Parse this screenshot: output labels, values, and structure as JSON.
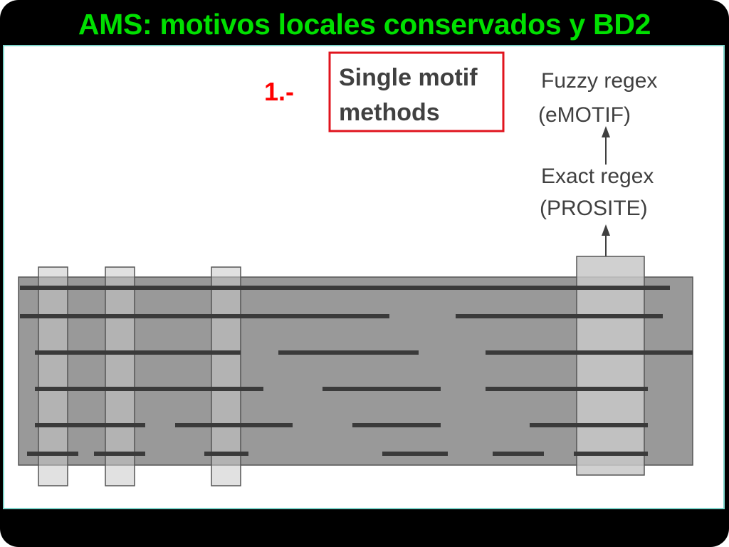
{
  "slide": {
    "title": "AMS: motivos locales conservados y BD2"
  },
  "diagram": {
    "step_number": "1.-",
    "boxed_label": [
      "Single motif",
      "methods"
    ],
    "fuzzy_label": [
      "Fuzzy regex",
      "(eMOTIF)"
    ],
    "exact_label": [
      "Exact regex",
      "(PROSITE)"
    ],
    "colors": {
      "title": "#00e000",
      "step": "#ff0000",
      "box_border": "#e0141e",
      "alignment_block": "#999999",
      "motif_column": "#c8c8c8",
      "sequence_line": "#3a3a3a",
      "text": "#404040"
    }
  }
}
